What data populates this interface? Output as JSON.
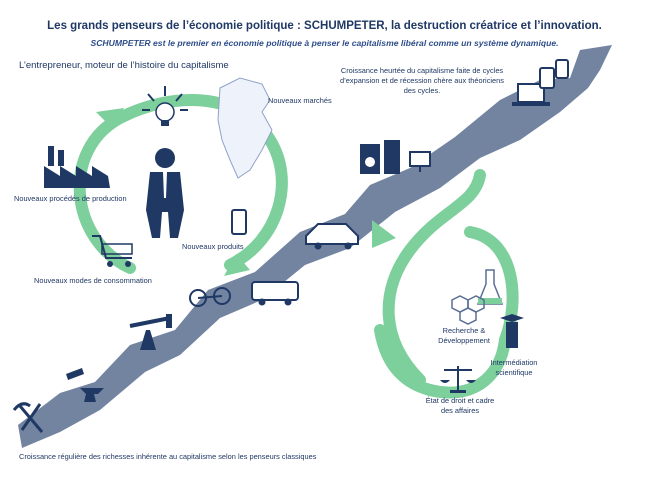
{
  "title": "Les grands penseurs de l’économie politique : SCHUMPETER, la destruction créatrice et l’innovation.",
  "subtitle": "SCHUMPETER est le premier en économie politique à penser le capitalisme libéral comme un système dynamique.",
  "cycle": {
    "heading": "L’entrepreneur, moteur de l’histoire du capitalisme",
    "new_markets": "Nouveaux marchés",
    "new_processes": "Nouveaux procédés de production",
    "new_products": "Nouveaux produits",
    "new_consumption": "Nouveaux modes de consommation"
  },
  "growth": {
    "cycles_text": "Croissance heurtée du capitalisme faite de cycles d’expansion et de récession chère aux théoriciens des cycles.",
    "regular_text": "Croissance régulière des richesses inhérente au capitalisme selon les penseurs classiques"
  },
  "innovation": {
    "rnd": "Recherche & Développement",
    "intermediation": "Intermédiation scientifique",
    "state": "État de droit et cadre des affaires"
  },
  "colors": {
    "navy": "#1f3864",
    "slate": "#5a6f93",
    "green": "#7dcf9c",
    "arrow_fill": "#5b6f91"
  }
}
